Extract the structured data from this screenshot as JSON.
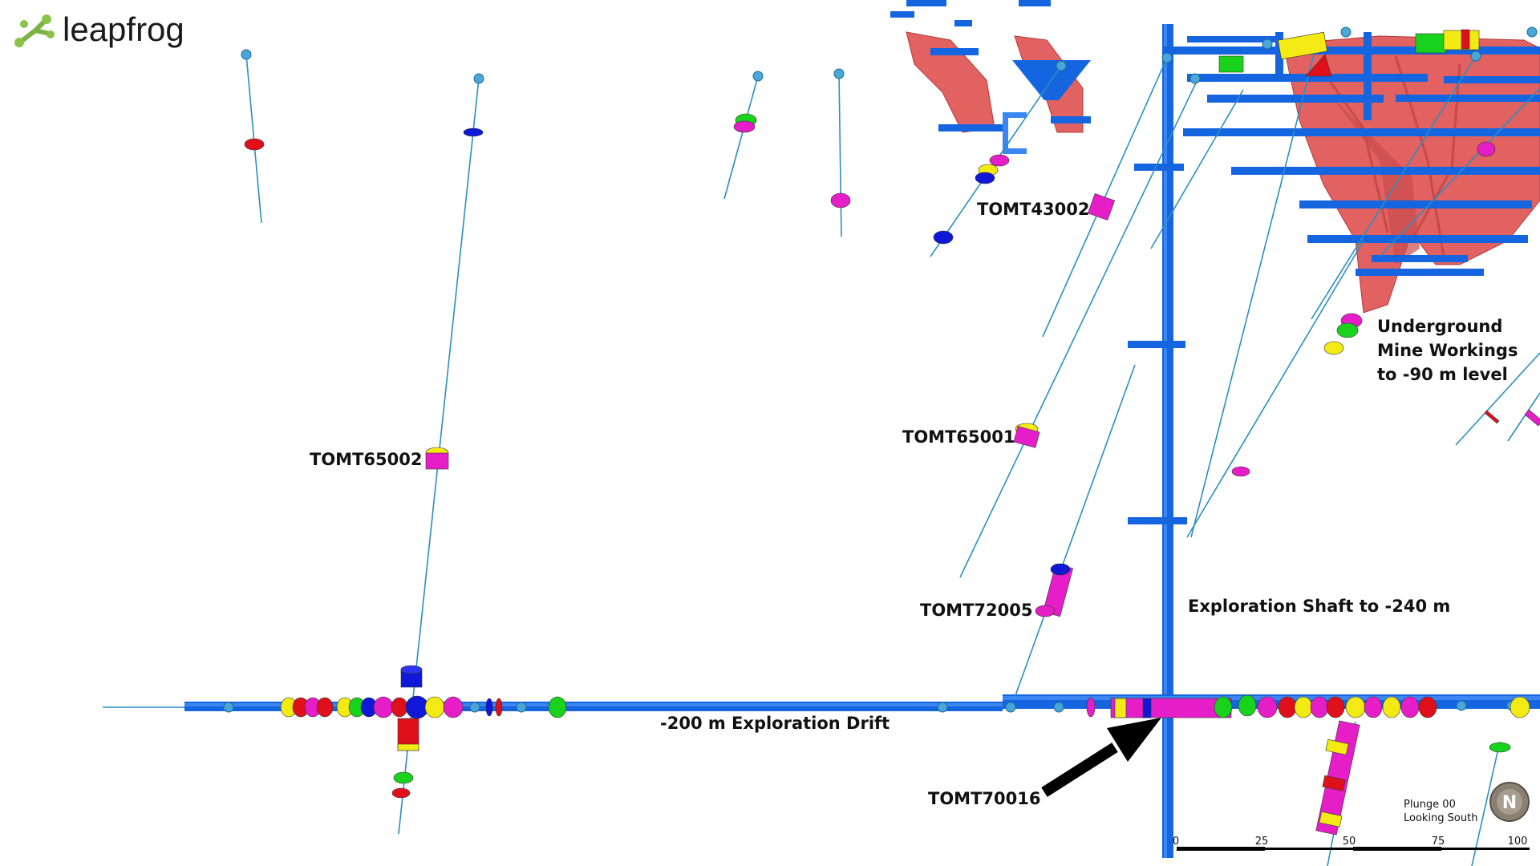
{
  "logo": {
    "text": "leapfrog"
  },
  "colors": {
    "infrastructure": "#1565e0",
    "infrastructure_light": "#3b86f2",
    "hole_trace": "#2a8fbf",
    "collar": "#4aa6d6",
    "workings": "#e26161",
    "workings_dark": "#b23a3a",
    "intercept_magenta": "#e61ec7",
    "intercept_yellow": "#f2ea12",
    "intercept_green": "#19d21c",
    "intercept_red": "#e0101a",
    "intercept_blue": "#1018d8",
    "arrow": "#000000"
  },
  "holes": [
    {
      "id": "TOMT65002",
      "label": "TOMT65002"
    },
    {
      "id": "TOMT43002",
      "label": "TOMT43002"
    },
    {
      "id": "TOMT65001",
      "label": "TOMT65001"
    },
    {
      "id": "TOMT72005",
      "label": "TOMT72005"
    },
    {
      "id": "TOMT70016",
      "label": "TOMT70016"
    }
  ],
  "annotations": {
    "workings": [
      "Underground",
      "Mine Workings",
      "to -90 m level"
    ],
    "shaft": "Exploration Shaft to -240 m",
    "drift": "-200 m Exploration Drift"
  },
  "view": {
    "plunge": "Plunge 00",
    "looking": "Looking South",
    "north_symbol": "N"
  },
  "scale_bar": {
    "ticks": [
      "0",
      "25",
      "50",
      "75",
      "100"
    ]
  }
}
